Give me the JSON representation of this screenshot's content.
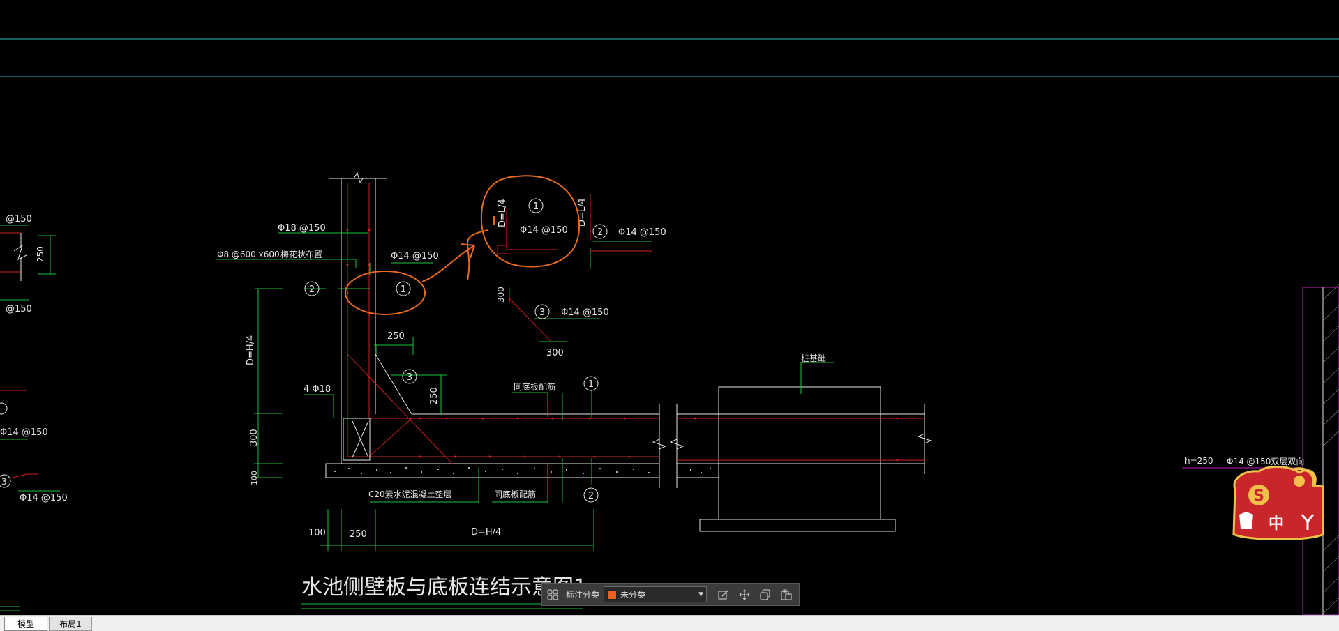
{
  "drawing": {
    "title": "水池侧壁板与底板连结示意图1",
    "labels": {
      "phi18_150": "Φ18 @150",
      "phi8_600": "Φ8 @600 x600",
      "meihua": "梅花状布置",
      "phi14_150_a": "Φ14 @150",
      "phi14_150_b": "Φ14 @150",
      "phi14_150_c": "Φ14 @150",
      "phi14_150_d": "Φ14 @150",
      "dim_300_top": "300",
      "dim_300_side": "300",
      "dim_300_bottom": "300",
      "dim_250_a": "250",
      "dim_250_b": "250",
      "dim_250_c": "250",
      "dim_100_a": "100",
      "dim_100_b": "100",
      "d_h4_vertical": "D=H/4",
      "d_h4_horizontal": "D=H/4",
      "d_l4_a": "D=L/4",
      "d_l4_b": "D=L/4",
      "four_phi18": "4 Φ18",
      "tongdiban_top": "同底板配筋",
      "tongdiban_bottom": "同底板配筋",
      "c20": "C20素水泥混凝土垫层",
      "zhuangjichu": "桩基础",
      "h250": "h=250",
      "phi14_150_double": "Φ14 @150双层双向",
      "left_phi150_a": "@150",
      "left_phi150_b": "@150",
      "left_250": "250",
      "left_phi14_a": "Φ14 @150",
      "left_phi14_b": "Φ14 @150",
      "num1": "1",
      "num2": "2",
      "num3": "3"
    }
  },
  "toolbar": {
    "label": "标注分类",
    "select_value": "未分类",
    "swatch_color": "#e8601c"
  },
  "tabs": {
    "model": "模型",
    "layout1": "布局1"
  },
  "badge": {
    "letter": "S",
    "zh": "中"
  },
  "colors": {
    "background": "#000000",
    "cyan_line": "#2fb7b7",
    "green_dim": "#19c23a",
    "red_rebar": "#d01e1e",
    "white_line": "#e6e6e6",
    "orange_markup": "#e86a1e",
    "magenta": "#c21bbf"
  }
}
